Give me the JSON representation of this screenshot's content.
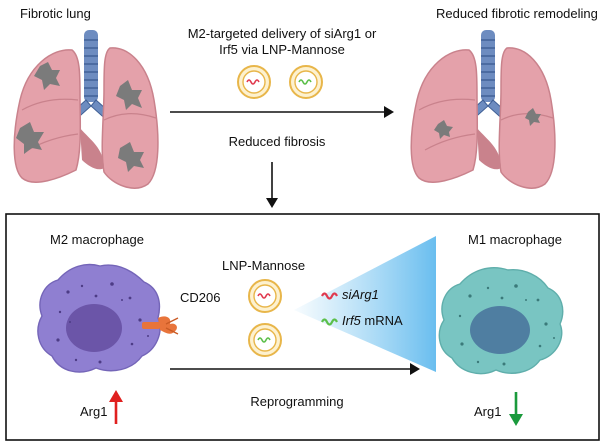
{
  "top": {
    "left_title": "Fibrotic lung",
    "right_title": "Reduced fibrotic remodeling",
    "delivery_line1": "M2-targeted delivery of siArg1 or",
    "delivery_line2": "Irf5 via LNP-Mannose",
    "arrow_label": "Reduced fibrosis"
  },
  "bottom": {
    "left_title": "M2 macrophage",
    "right_title": "M1 macrophage",
    "receptor_label": "CD206",
    "lnp_label": "LNP-Mannose",
    "legend_sirna": "siArg1",
    "legend_mrna_gene": "Irf5",
    "legend_mrna_suffix": " mRNA",
    "arrow_label": "Reprogramming",
    "left_marker": "Arg1",
    "right_marker": "Arg1"
  },
  "colors": {
    "lung": "#e4a1aa",
    "lung_dark": "#c9828c",
    "trachea": "#5f7fb5",
    "fibrosis": "#7b7b7b",
    "m2_cell": "#8f7fd1",
    "m2_nucleus": "#6b55a8",
    "m1_cell": "#79c5c2",
    "m1_nucleus": "#4f7ea1",
    "lnp_ring": "#e8b64a",
    "sirna": "#e03a4f",
    "mrna": "#5cbf4a",
    "receptor": "#e8743b",
    "up_arrow": "#e0201f",
    "down_arrow": "#1a9a3c",
    "beam": "#6cc0ef"
  }
}
